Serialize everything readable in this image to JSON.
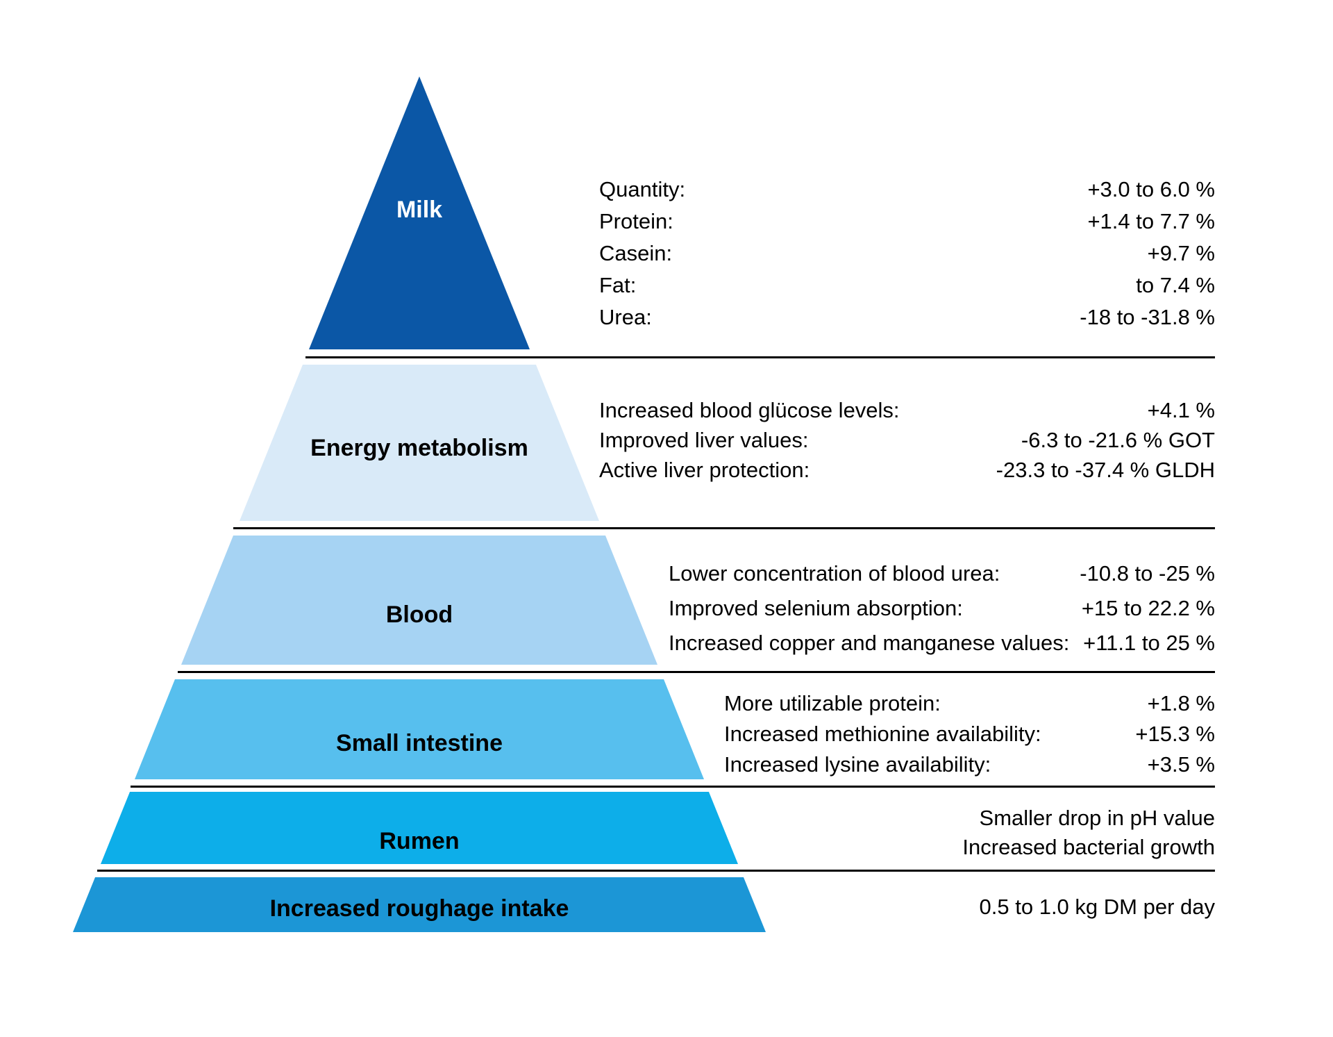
{
  "diagram": {
    "background": "#ffffff",
    "divider_color": "#000000",
    "levels": [
      {
        "name": "Milk",
        "color": "#0B57A6",
        "text_color": "#ffffff",
        "rows": [
          {
            "label": "Quantity:",
            "value": "+3.0 to 6.0 %"
          },
          {
            "label": "Protein:",
            "value": "+1.4 to 7.7 %"
          },
          {
            "label": "Casein:",
            "value": "+9.7 %"
          },
          {
            "label": "Fat:",
            "value": "to 7.4 %"
          },
          {
            "label": "Urea:",
            "value": "-18 to -31.8 %"
          }
        ]
      },
      {
        "name": "Energy metabolism",
        "color": "#D9EAF8",
        "text_color": "#000000",
        "rows": [
          {
            "label": "Increased blood glücose levels:",
            "value": "+4.1 %"
          },
          {
            "label": "Improved liver values:",
            "value": "-6.3 to -21.6 % GOT"
          },
          {
            "label": "Active liver protection:",
            "value": "-23.3 to -37.4 % GLDH"
          }
        ]
      },
      {
        "name": "Blood",
        "color": "#A6D3F3",
        "text_color": "#000000",
        "rows": [
          {
            "label": "Lower concentration of blood urea:",
            "value": "-10.8 to -25 %"
          },
          {
            "label": "Improved selenium absorption:",
            "value": "+15 to 22.2 %"
          },
          {
            "label": "Increased copper and manganese values:",
            "value": "+11.1 to 25 %"
          }
        ]
      },
      {
        "name": "Small intestine",
        "color": "#57BFEE",
        "text_color": "#000000",
        "rows": [
          {
            "label": "More utilizable protein:",
            "value": "+1.8 %"
          },
          {
            "label": "Increased methionine availability:",
            "value": "+15.3 %"
          },
          {
            "label": "Increased lysine availability:",
            "value": "+3.5 %"
          }
        ]
      },
      {
        "name": "Rumen",
        "color": "#0DAEE9",
        "text_color": "#000000",
        "rows": [
          {
            "value": "Smaller drop in pH value"
          },
          {
            "value": "Increased bacterial growth"
          }
        ]
      },
      {
        "name": "Increased roughage intake",
        "color": "#1C96D6",
        "text_color": "#000000",
        "rows": [
          {
            "value": "0.5 to 1.0 kg DM per day"
          }
        ]
      }
    ]
  }
}
